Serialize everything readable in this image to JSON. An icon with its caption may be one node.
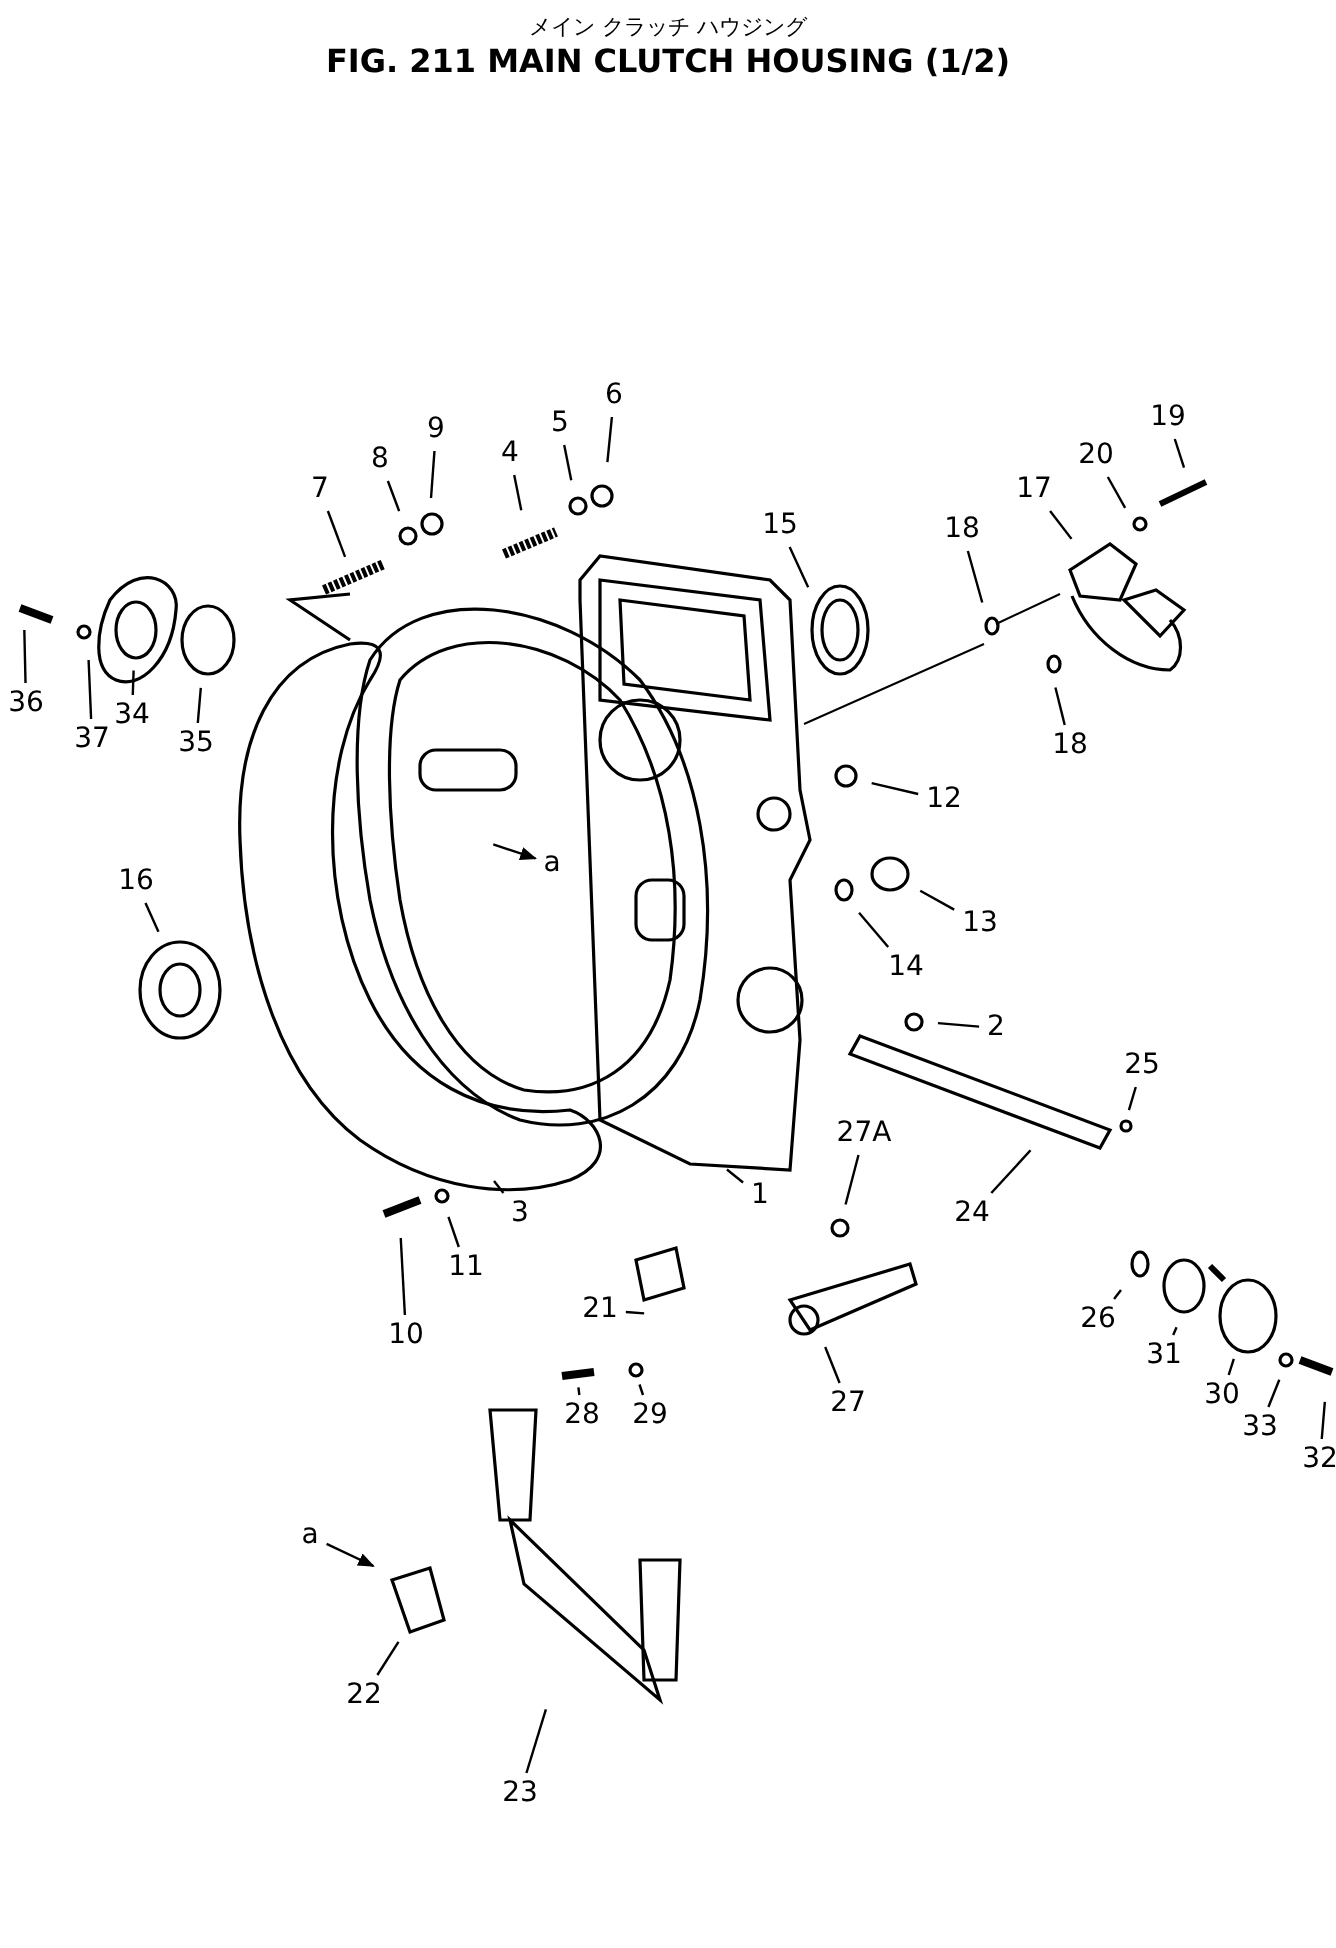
{
  "diagram": {
    "title": "FIG. 211 MAIN CLUTCH HOUSING (1/2)",
    "nodes": [
      {
        "text": [
          "19"
        ]
      },
      {
        "text": [
          "6"
        ]
      },
      {
        "text": [
          "20"
        ]
      },
      {
        "text": [
          "9"
        ]
      },
      {
        "text": [
          "5"
        ]
      },
      {
        "text": [
          "17"
        ]
      },
      {
        "text": [
          "8"
        ]
      },
      {
        "text": [
          "4"
        ]
      },
      {
        "text": [
          "7"
        ]
      },
      {
        "text": [
          "15"
        ]
      },
      {
        "text": [
          "18"
        ]
      },
      {
        "text": [
          "36"
        ]
      },
      {
        "text": [
          "37"
        ]
      },
      {
        "text": [
          "34"
        ]
      },
      {
        "text": [
          "35"
        ]
      },
      {
        "text": [
          "18"
        ]
      },
      {
        "text": [
          "12"
        ]
      },
      {
        "text": [
          "a"
        ]
      },
      {
        "text": [
          "16"
        ]
      },
      {
        "text": [
          "13"
        ]
      },
      {
        "text": [
          "14"
        ]
      },
      {
        "text": [
          "2"
        ]
      },
      {
        "text": [
          "25"
        ]
      },
      {
        "text": [
          "27A"
        ]
      },
      {
        "text": [
          "1"
        ]
      },
      {
        "text": [
          "24"
        ]
      },
      {
        "text": [
          "3"
        ]
      },
      {
        "text": [
          "11"
        ]
      },
      {
        "text": [
          "21"
        ]
      },
      {
        "text": [
          "26"
        ]
      },
      {
        "text": [
          "10"
        ]
      },
      {
        "text": [
          "31"
        ]
      },
      {
        "text": [
          "30"
        ]
      },
      {
        "text": [
          "28"
        ]
      },
      {
        "text": [
          "29"
        ]
      },
      {
        "text": [
          "27"
        ]
      },
      {
        "text": [
          "33"
        ]
      },
      {
        "text": [
          "32"
        ]
      },
      {
        "text": [
          "a"
        ]
      },
      {
        "text": [
          "22"
        ]
      },
      {
        "text": [
          "23"
        ]
      }
    ],
    "edges": [
      {
        "from": 0,
        "to": null,
        "arrow": "none"
      },
      {
        "from": 1,
        "to": null,
        "arrow": "none"
      },
      {
        "from": 2,
        "to": null,
        "arrow": "none"
      },
      {
        "from": 3,
        "to": null,
        "arrow": "none"
      },
      {
        "from": 4,
        "to": null,
        "arrow": "none"
      },
      {
        "from": 5,
        "to": null,
        "arrow": "none"
      },
      {
        "from": 6,
        "to": null,
        "arrow": "none"
      },
      {
        "from": 7,
        "to": null,
        "arrow": "none"
      },
      {
        "from": 8,
        "to": null,
        "arrow": "none"
      },
      {
        "from": 9,
        "to": null,
        "arrow": "none"
      },
      {
        "from": 10,
        "to": null,
        "arrow": "none"
      },
      {
        "from": 11,
        "to": null,
        "arrow": "none"
      },
      {
        "from": 12,
        "to": null,
        "arrow": "none"
      },
      {
        "from": 13,
        "to": null,
        "arrow": "none"
      },
      {
        "from": 14,
        "to": null,
        "arrow": "none"
      },
      {
        "from": 15,
        "to": null,
        "arrow": "none"
      },
      {
        "from": 16,
        "to": null,
        "arrow": "none"
      },
      {
        "from": null,
        "to": 17,
        "arrow": "to"
      },
      {
        "from": 18,
        "to": null,
        "arrow": "none"
      },
      {
        "from": 19,
        "to": null,
        "arrow": "none"
      },
      {
        "from": 20,
        "to": null,
        "arrow": "none"
      },
      {
        "from": 21,
        "to": null,
        "arrow": "none"
      },
      {
        "from": 22,
        "to": null,
        "arrow": "none"
      },
      {
        "from": 23,
        "to": null,
        "arrow": "none"
      },
      {
        "from": 24,
        "to": null,
        "arrow": "none"
      },
      {
        "from": 25,
        "to": null,
        "arrow": "none"
      },
      {
        "from": 26,
        "to": null,
        "arrow": "none"
      },
      {
        "from": 27,
        "to": null,
        "arrow": "none"
      },
      {
        "from": 28,
        "to": null,
        "arrow": "none"
      },
      {
        "from": 29,
        "to": null,
        "arrow": "none"
      },
      {
        "from": 30,
        "to": null,
        "arrow": "none"
      },
      {
        "from": 31,
        "to": null,
        "arrow": "none"
      },
      {
        "from": 32,
        "to": null,
        "arrow": "none"
      },
      {
        "from": 33,
        "to": null,
        "arrow": "none"
      },
      {
        "from": 34,
        "to": null,
        "arrow": "none"
      },
      {
        "from": 35,
        "to": null,
        "arrow": "none"
      },
      {
        "from": 36,
        "to": null,
        "arrow": "none"
      },
      {
        "from": 37,
        "to": null,
        "arrow": "none"
      },
      {
        "from": 38,
        "to": null,
        "arrow": "to"
      },
      {
        "from": 39,
        "to": null,
        "arrow": "none"
      },
      {
        "from": 40,
        "to": null,
        "arrow": "none"
      }
    ],
    "labels": [
      "メイン クラッチ ハウジング"
    ]
  }
}
